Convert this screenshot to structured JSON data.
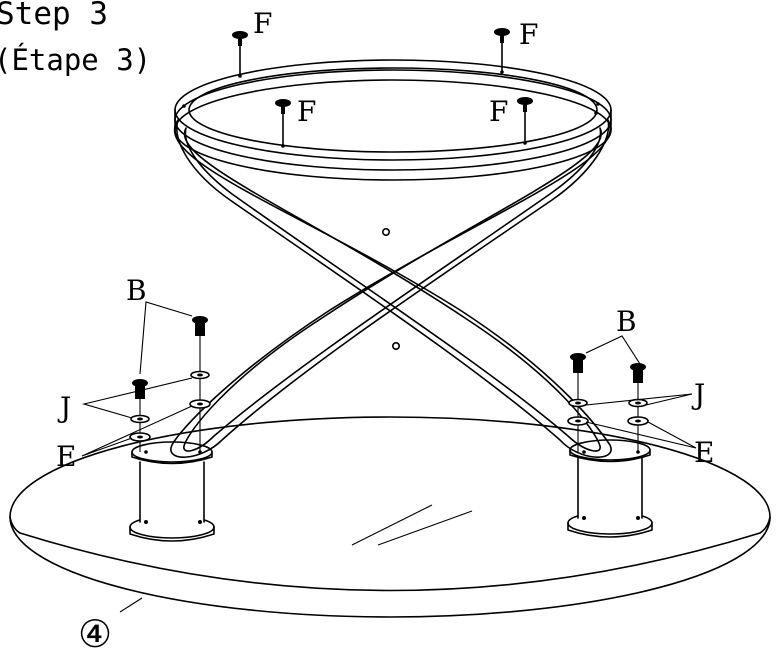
{
  "step": {
    "title": "Step 3",
    "subtitle": "(Étape 3)"
  },
  "parts": {
    "F": "F",
    "B": "B",
    "J": "J",
    "E": "E",
    "glass_top": "④"
  }
}
